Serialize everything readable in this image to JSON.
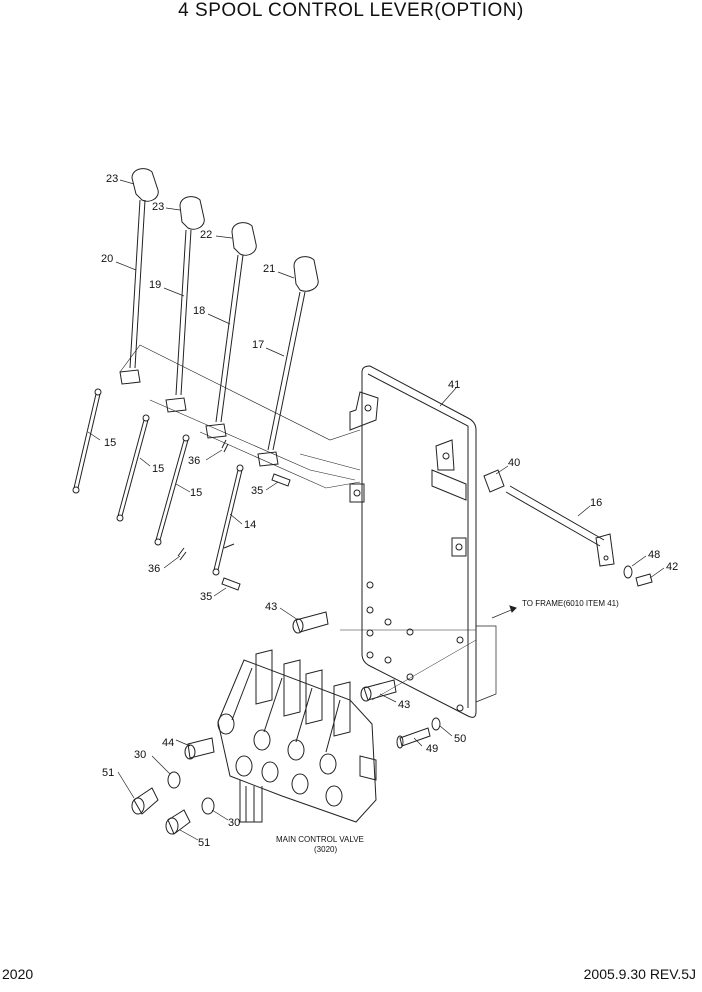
{
  "title": "4 SPOOL CONTROL LEVER(OPTION)",
  "footer": {
    "page": "2020",
    "date_rev": "2005.9.30  REV.5J"
  },
  "notes": {
    "to_frame": "TO FRAME(6010 ITEM 41)",
    "main_valve": "MAIN CONTROL VALVE",
    "main_valve_ref": "(3020)"
  },
  "labels": {
    "p23a": "23",
    "p23b": "23",
    "p22": "22",
    "p21": "21",
    "p20": "20",
    "p19": "19",
    "p18": "18",
    "p17": "17",
    "p41": "41",
    "p40": "40",
    "p16": "16",
    "p48": "48",
    "p42": "42",
    "p15a": "15",
    "p15b": "15",
    "p15c": "15",
    "p14": "14",
    "p36a": "36",
    "p36b": "36",
    "p35a": "35",
    "p35b": "35",
    "p43a": "43",
    "p43b": "43",
    "p49": "49",
    "p50": "50",
    "p44": "44",
    "p30a": "30",
    "p30b": "30",
    "p51a": "51",
    "p51b": "51"
  }
}
